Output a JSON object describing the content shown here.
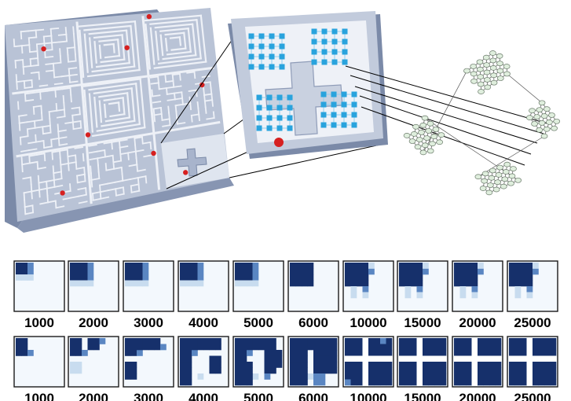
{
  "rows": [
    {
      "labels": [
        "1000",
        "2000",
        "3000",
        "4000",
        "5000",
        "6000",
        "10000",
        "15000",
        "20000",
        "25000"
      ],
      "coverage_stage": [
        1,
        2,
        2,
        2,
        2,
        3,
        4,
        4,
        4,
        4
      ]
    },
    {
      "labels": [
        "1000",
        "2000",
        "3000",
        "4000",
        "5000",
        "6000",
        "10000",
        "15000",
        "20000",
        "25000"
      ],
      "coverage_stage": [
        1,
        2,
        3,
        4,
        5,
        6,
        7,
        8,
        8,
        8
      ]
    }
  ],
  "colors": {
    "wall_top": "#b9c3d6",
    "wall_side": "#7b8aa8",
    "maze_floor": "#e8ecf4",
    "corridor_node": "#29a3dd",
    "marker_red": "#d62020",
    "graph_node": "#dfeedd",
    "heat_dark": "#16306b",
    "heat_mid": "#5a86c2",
    "heat_light": "#c8dcef",
    "heat_bg": "#f3f8fd"
  }
}
